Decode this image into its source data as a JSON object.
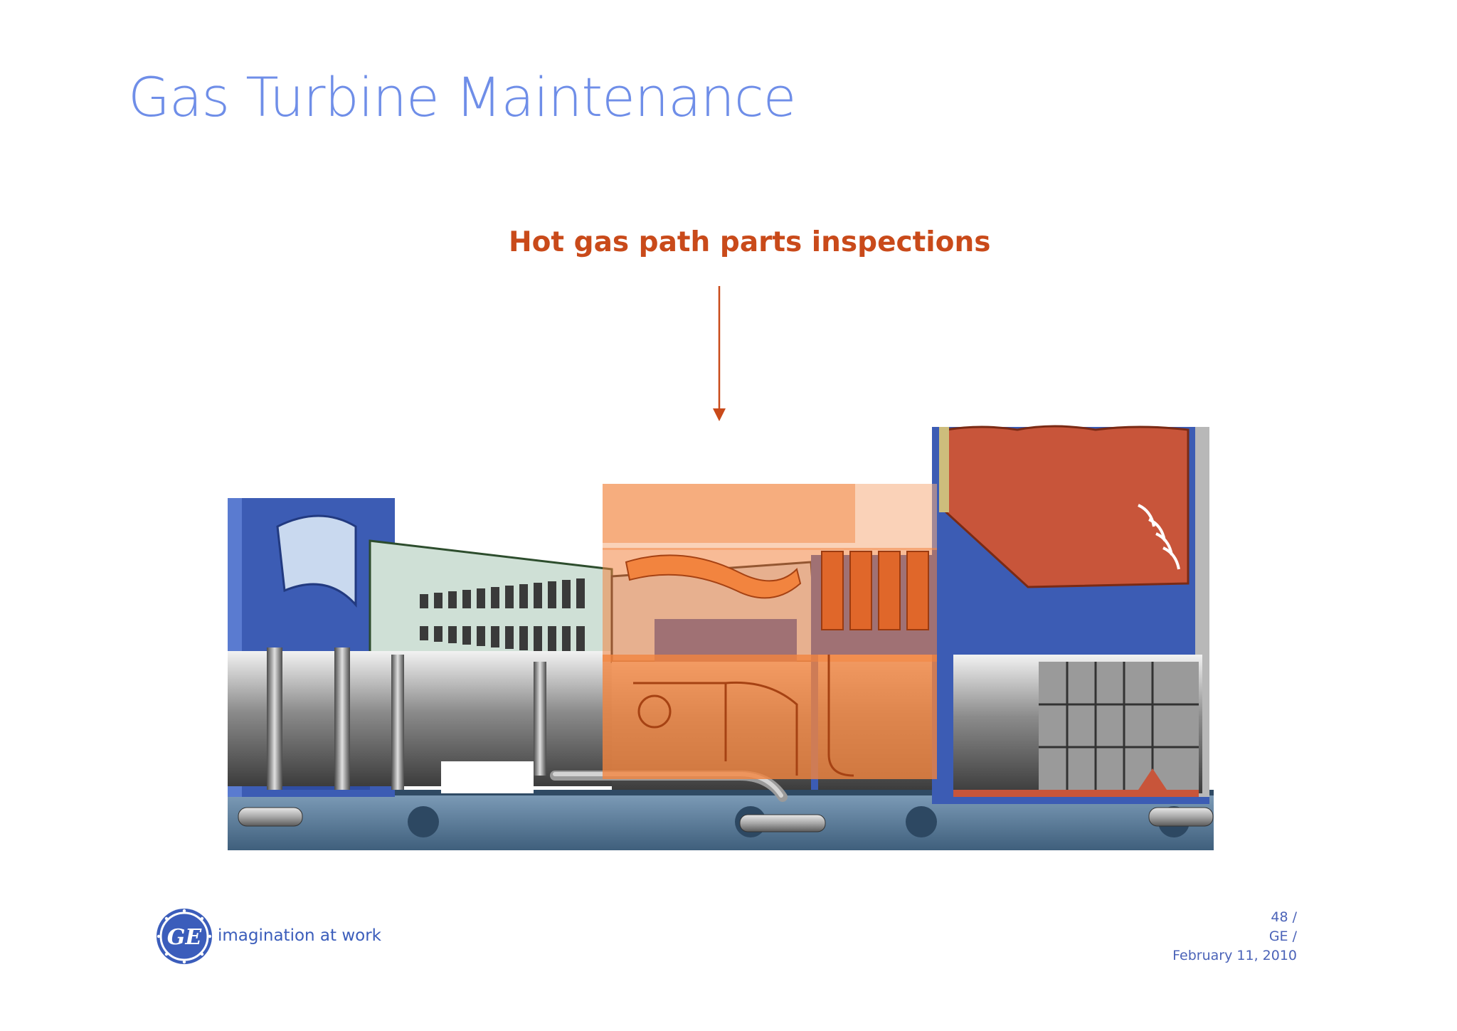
{
  "slide": {
    "title": "Gas Turbine Maintenance",
    "callout_label": "Hot gas path parts inspections"
  },
  "branding": {
    "logo_text": "GE",
    "tagline": "imagination at work"
  },
  "footer": {
    "page": "48 /",
    "company": "GE /",
    "date": "February 11, 2010"
  },
  "colors": {
    "title": "#6f8ee8",
    "callout": "#c94a1a",
    "highlight": "#f2843f",
    "casing_blue": "#3c5cb4",
    "base_steel": "#5d7f9b",
    "exhaust_red": "#c8553a"
  },
  "icons": {
    "logo": "ge-monogram-icon",
    "arrow": "arrow-down-icon"
  }
}
